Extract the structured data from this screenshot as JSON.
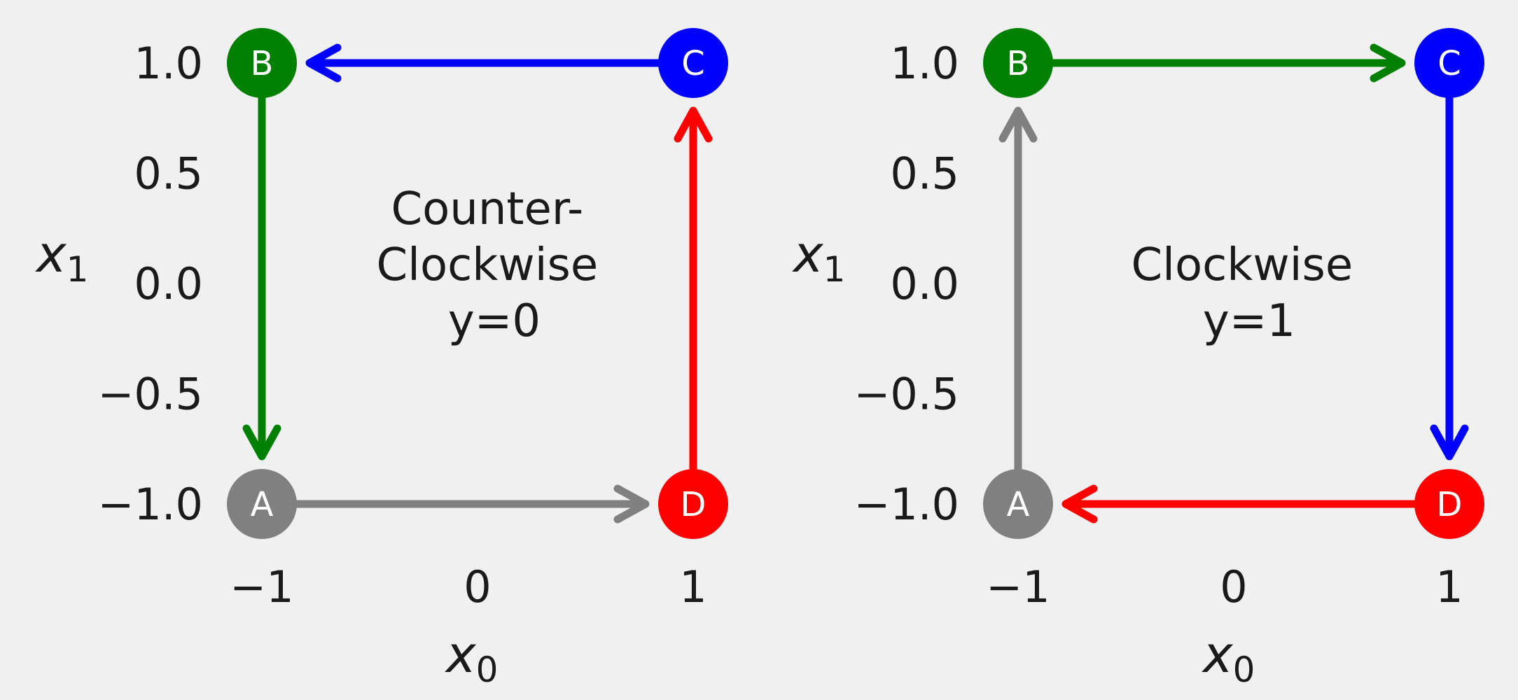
{
  "colors": {
    "A": "#808080",
    "B": "#008000",
    "C": "#0000ff",
    "D": "#ff0000",
    "text": "#1a1a1a",
    "background": "#f0f0f0"
  },
  "panels": [
    {
      "caption_lines": [
        "Counter-",
        "Clockwise",
        "y=0"
      ],
      "xlabel": {
        "main": "x",
        "sub": "0"
      },
      "ylabel": {
        "main": "x",
        "sub": "1"
      },
      "x_ticks": [
        "−1",
        "0",
        "1"
      ],
      "y_ticks": [
        "1.0",
        "0.5",
        "0.0",
        "−0.5",
        "−1.0"
      ],
      "nodes": [
        {
          "label": "A",
          "x": -1,
          "y": -1
        },
        {
          "label": "B",
          "x": -1,
          "y": 1
        },
        {
          "label": "C",
          "x": 1,
          "y": 1
        },
        {
          "label": "D",
          "x": 1,
          "y": -1
        }
      ],
      "edges": [
        {
          "from": "A",
          "to": "D",
          "color_of": "A"
        },
        {
          "from": "D",
          "to": "C",
          "color_of": "D"
        },
        {
          "from": "C",
          "to": "B",
          "color_of": "C"
        },
        {
          "from": "B",
          "to": "A",
          "color_of": "B"
        }
      ]
    },
    {
      "caption_lines": [
        "Clockwise",
        "y=1"
      ],
      "xlabel": {
        "main": "x",
        "sub": "0"
      },
      "ylabel": {
        "main": "x",
        "sub": "1"
      },
      "x_ticks": [
        "−1",
        "0",
        "1"
      ],
      "y_ticks": [
        "1.0",
        "0.5",
        "0.0",
        "−0.5",
        "−1.0"
      ],
      "nodes": [
        {
          "label": "A",
          "x": -1,
          "y": -1
        },
        {
          "label": "B",
          "x": -1,
          "y": 1
        },
        {
          "label": "C",
          "x": 1,
          "y": 1
        },
        {
          "label": "D",
          "x": 1,
          "y": -1
        }
      ],
      "edges": [
        {
          "from": "A",
          "to": "B",
          "color_of": "A"
        },
        {
          "from": "B",
          "to": "C",
          "color_of": "B"
        },
        {
          "from": "C",
          "to": "D",
          "color_of": "C"
        },
        {
          "from": "D",
          "to": "A",
          "color_of": "D"
        }
      ]
    }
  ]
}
